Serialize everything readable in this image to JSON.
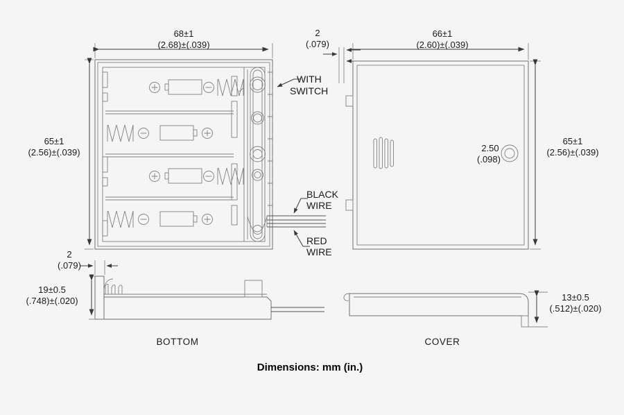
{
  "drawing": {
    "caption": "Dimensions: mm (in.)",
    "views": {
      "bottom_label": "BOTTOM",
      "cover_label": "COVER"
    },
    "dimensions": {
      "bottom_width": {
        "mm": "68±1",
        "inch": "(2.68)±(.039)"
      },
      "bottom_height": {
        "mm": "65±1",
        "inch": "(2.56)±(.039)"
      },
      "wall_thickness_top": {
        "mm": "2",
        "inch": "(.079)"
      },
      "wall_thickness_side": {
        "mm": "2",
        "inch": "(.079)"
      },
      "cover_width": {
        "mm": "66±1",
        "inch": "(2.60)±(.039)"
      },
      "cover_height": {
        "mm": "65±1",
        "inch": "(2.56)±(.039)"
      },
      "cover_hole": {
        "mm": "2.50",
        "inch": "(.098)"
      },
      "bottom_profile_height": {
        "mm": "19±0.5",
        "inch": "(.748)±(.020)"
      },
      "cover_profile_height": {
        "mm": "13±0.5",
        "inch": "(.512)±(.020)"
      }
    },
    "annotations": {
      "with_switch_line1": "WITH",
      "with_switch_line2": "SWITCH",
      "black_wire_line1": "BLACK",
      "black_wire_line2": "WIRE",
      "red_wire_line1": "RED",
      "red_wire_line2": "WIRE"
    },
    "battery_cells": [
      {
        "left_terminal": "+",
        "right_terminal": "−",
        "spring_side": "right"
      },
      {
        "left_terminal": "−",
        "right_terminal": "+",
        "spring_side": "left"
      },
      {
        "left_terminal": "+",
        "right_terminal": "−",
        "spring_side": "right"
      },
      {
        "left_terminal": "−",
        "right_terminal": "+",
        "spring_side": "left"
      }
    ],
    "colors": {
      "background": "#f5f5f5",
      "line": "#6f6f6f",
      "dimension_line": "#3a3a3a",
      "text": "#1a1a1a"
    }
  }
}
